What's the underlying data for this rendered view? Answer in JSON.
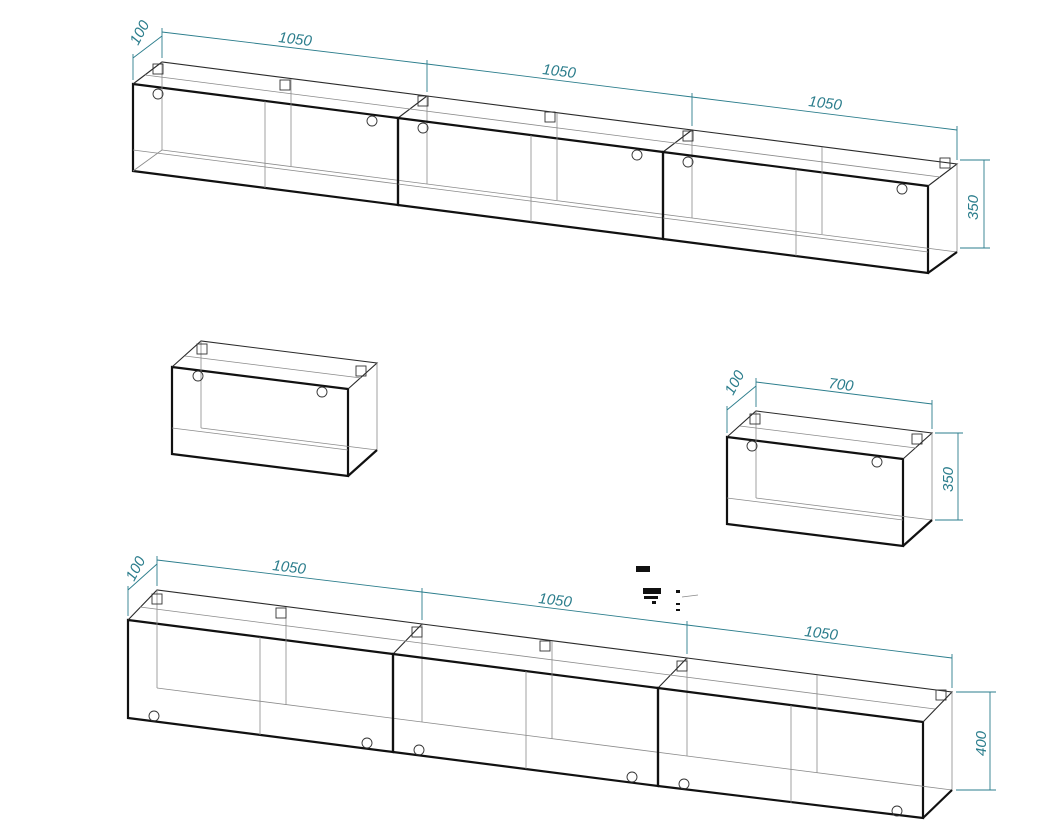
{
  "colors": {
    "dimension": "#2b7d8c",
    "edges": "#2a2a2a"
  },
  "dimensions": {
    "top_row": {
      "widths": [
        "1050",
        "1050",
        "1050"
      ],
      "depth": "100",
      "height": "350"
    },
    "right_single": {
      "width": "700",
      "depth": "100",
      "height": "350"
    },
    "bottom_row": {
      "widths": [
        "1050",
        "1050",
        "1050"
      ],
      "depth": "100",
      "height": "400"
    }
  }
}
